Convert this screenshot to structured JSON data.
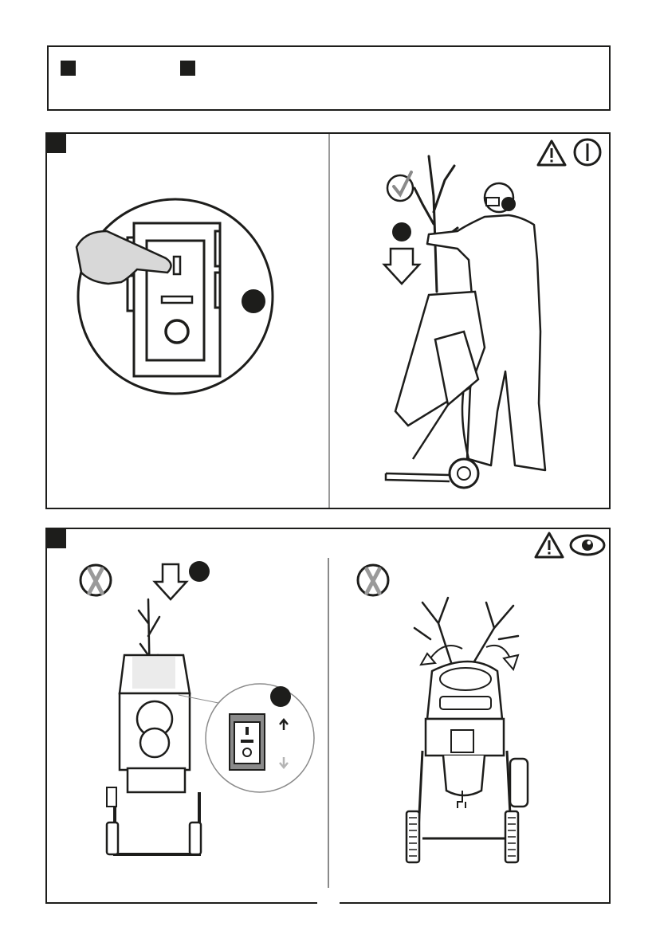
{
  "page": {
    "page_number": ""
  },
  "legend": {
    "items": [
      {
        "icon": "legend-square-1"
      },
      {
        "icon": "legend-square-2"
      }
    ]
  },
  "panel_a": {
    "icons": [
      "warning-triangle-icon",
      "power-on-icon"
    ],
    "left": {
      "callout": "switch-closeup",
      "badge": "filled-dot"
    },
    "right": {
      "status": "correct-checkmark-icon",
      "badge": "filled-dot",
      "arrow": "down-arrow"
    }
  },
  "panel_b": {
    "icons": [
      "warning-triangle-icon",
      "eye-icon"
    ],
    "left": {
      "status": "incorrect-x-icon",
      "badge": "filled-dot",
      "arrows": [
        "up-arrow",
        "down-arrow"
      ]
    },
    "right": {
      "status": "incorrect-x-icon"
    }
  },
  "colors": {
    "ink": "#1d1d1b",
    "grey": "#8a8a8a",
    "light": "#d8d8d8"
  }
}
